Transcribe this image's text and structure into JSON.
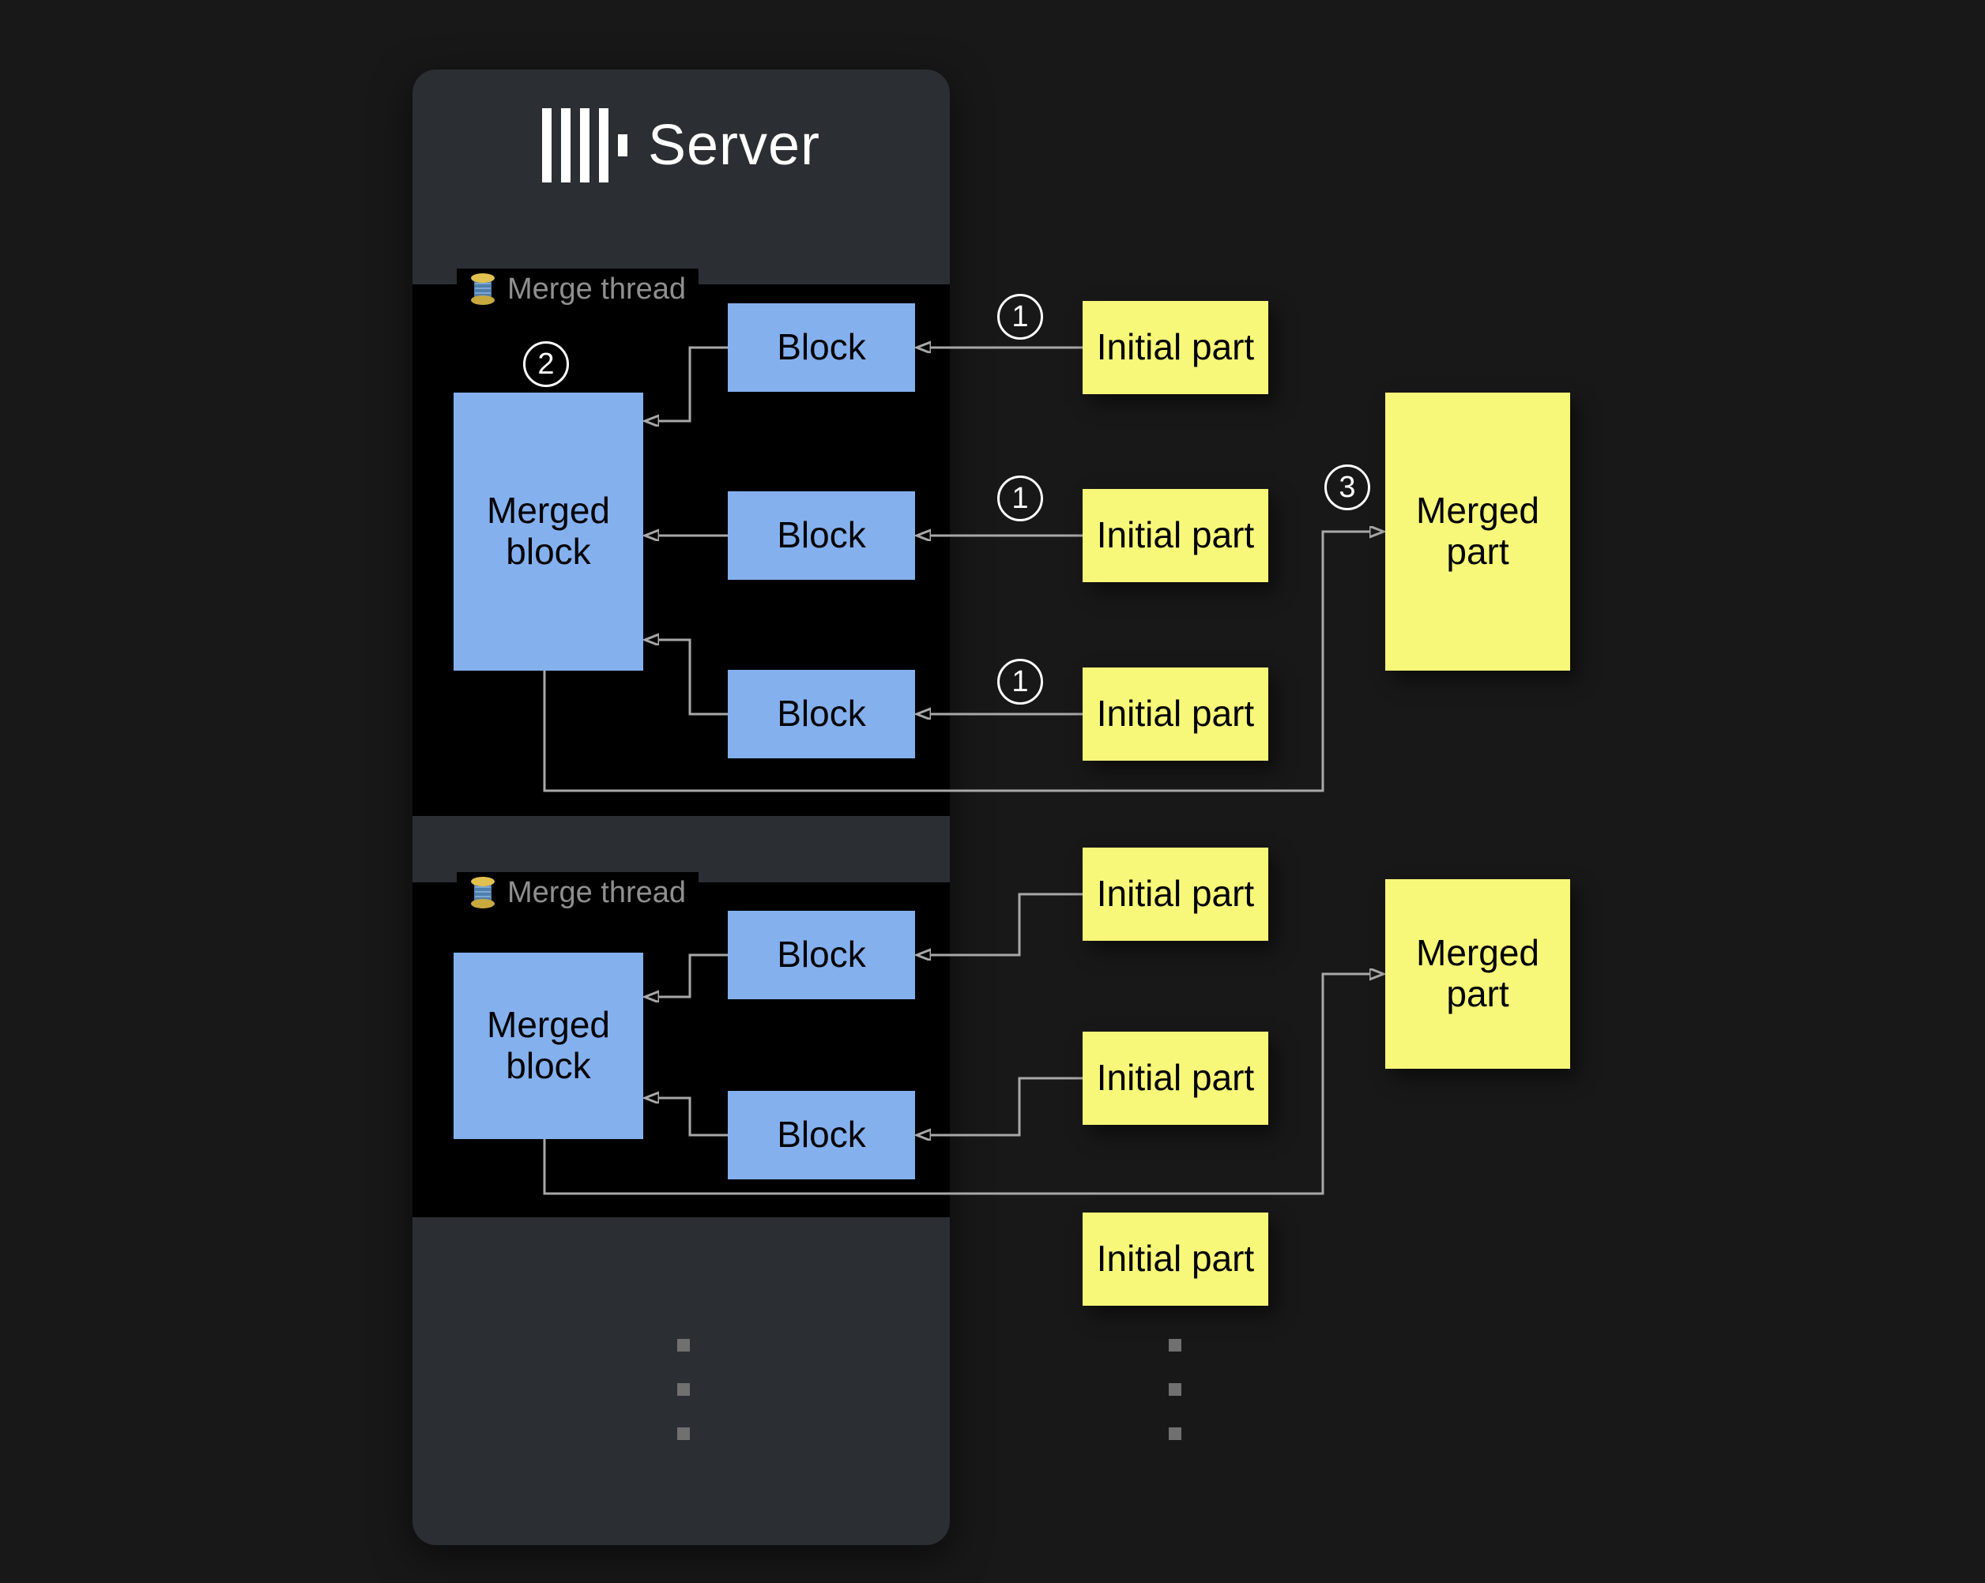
{
  "server": {
    "title": "Server",
    "logo_icon": "clickhouse-bars-logo",
    "threads": [
      {
        "label": "Merge thread",
        "icon": "thread-spool-icon",
        "blocks": [
          "Block",
          "Block",
          "Block"
        ],
        "merged_block_label": "Merged block",
        "step_badge": "2"
      },
      {
        "label": "Merge thread",
        "icon": "thread-spool-icon",
        "blocks": [
          "Block",
          "Block"
        ],
        "merged_block_label": "Merged block"
      }
    ]
  },
  "flows": [
    {
      "initial_parts": [
        {
          "label": "Initial part",
          "step_badge": "1"
        },
        {
          "label": "Initial part",
          "step_badge": "1"
        },
        {
          "label": "Initial part",
          "step_badge": "1"
        }
      ],
      "merged_part": {
        "label": "Merged part",
        "step_badge": "3"
      }
    },
    {
      "initial_parts": [
        {
          "label": "Initial part"
        },
        {
          "label": "Initial part"
        },
        {
          "label": "Initial part"
        }
      ],
      "merged_part": {
        "label": "Merged part"
      }
    }
  ],
  "colors": {
    "background": "#181818",
    "panel_fill": "#2b2e33",
    "section_fill": "#000000",
    "block_fill": "#84b0ee",
    "part_fill": "#f7f779",
    "connector": "#a8a8a8",
    "title_text": "#ffffff",
    "thread_label_text": "#8f8f8f"
  }
}
